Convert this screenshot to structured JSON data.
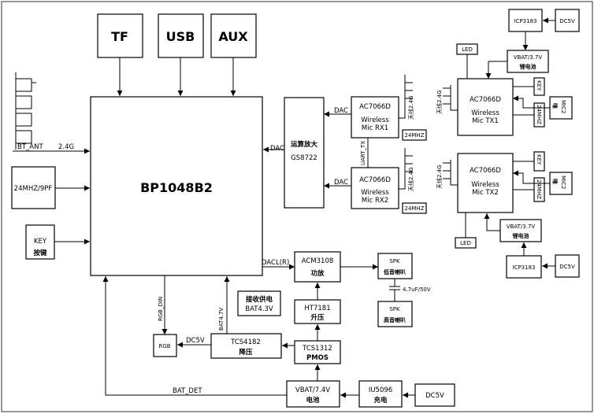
{
  "blocks": {
    "tf": "TF",
    "usb": "USB",
    "aux": "AUX",
    "main_chip": "BP1048B2",
    "bt_ant": "BT_ANT",
    "bt_freq": "2.4G",
    "crystal_main": "24MHZ/9PF",
    "key_main": "KEY",
    "key_main_cn": "按键",
    "opamp": "运算放大",
    "opamp_part": "GS8722",
    "dac_to_main": "DAC",
    "rx1_chip": "AC7066D",
    "rx1_name1": "Wireless",
    "rx1_name2": "Mic RX1",
    "rx2_chip": "AC7066D",
    "rx2_name1": "Wireless",
    "rx2_name2": "Mic RX2",
    "dac1": "DAC",
    "dac2": "DAC",
    "uart_tx": "UART_TX",
    "rx1_ant": "天线2.4G",
    "rx2_ant": "天线2.4G",
    "rx1_xtal": "24MHZ",
    "rx2_xtal": "24MHZ",
    "tx1_chip": "AC7066D",
    "tx1_name1": "Wireless",
    "tx1_name2": "Mic TX1",
    "tx2_chip": "AC7066D",
    "tx2_name1": "Wireless",
    "tx2_name2": "Mic TX2",
    "tx1_ant": "天线2.4G",
    "tx2_ant": "天线2.4G",
    "tx1_key": "KEY",
    "tx2_key": "KEY",
    "tx1_xtal": "24MHZ",
    "tx2_xtal": "24MHZ",
    "tx1_mic": "MIC2",
    "tx2_mic": "MIC2",
    "tx1_mic_cn": "咪",
    "tx2_mic_cn": "咪",
    "led1": "LED",
    "led2": "LED",
    "icp_top": "ICP3183",
    "dc5v_top": "DC5V",
    "vbat_top": "VBAT/3.7V",
    "vbat_top_cn": "锂电池",
    "icp_bot": "ICP3183",
    "dc5v_bot": "DC5V",
    "vbat_bot": "VBAT/3.7V",
    "vbat_bot_cn": "锂电池",
    "dacl": "DACL(R)",
    "amp": "ACM3108",
    "amp_cn": "功放",
    "spk_low": "SPK",
    "spk_low_cn": "低音喇叭",
    "cap": "4.7uF/50V",
    "spk_high": "SPK",
    "spk_high_cn": "高音喇叭",
    "wireless_charge": "接收供电",
    "wireless_charge_v": "BAT4.3V",
    "boost": "HT7181",
    "boost_cn": "升压",
    "rgb_din": "RGB_DIN",
    "bat47": "BAT4.7V",
    "rgb": "RGB",
    "dc5v_rgb": "DC5V",
    "buck": "TCS4182",
    "buck_cn": "降压",
    "pmos": "TCS1312",
    "pmos_cn": "PMOS",
    "bat_det": "BAT_DET",
    "bat": "VBAT/7.4V",
    "bat_cn": "电池",
    "charger": "IU5096",
    "charger_cn": "充电",
    "dc5v_chg": "DC5V"
  }
}
